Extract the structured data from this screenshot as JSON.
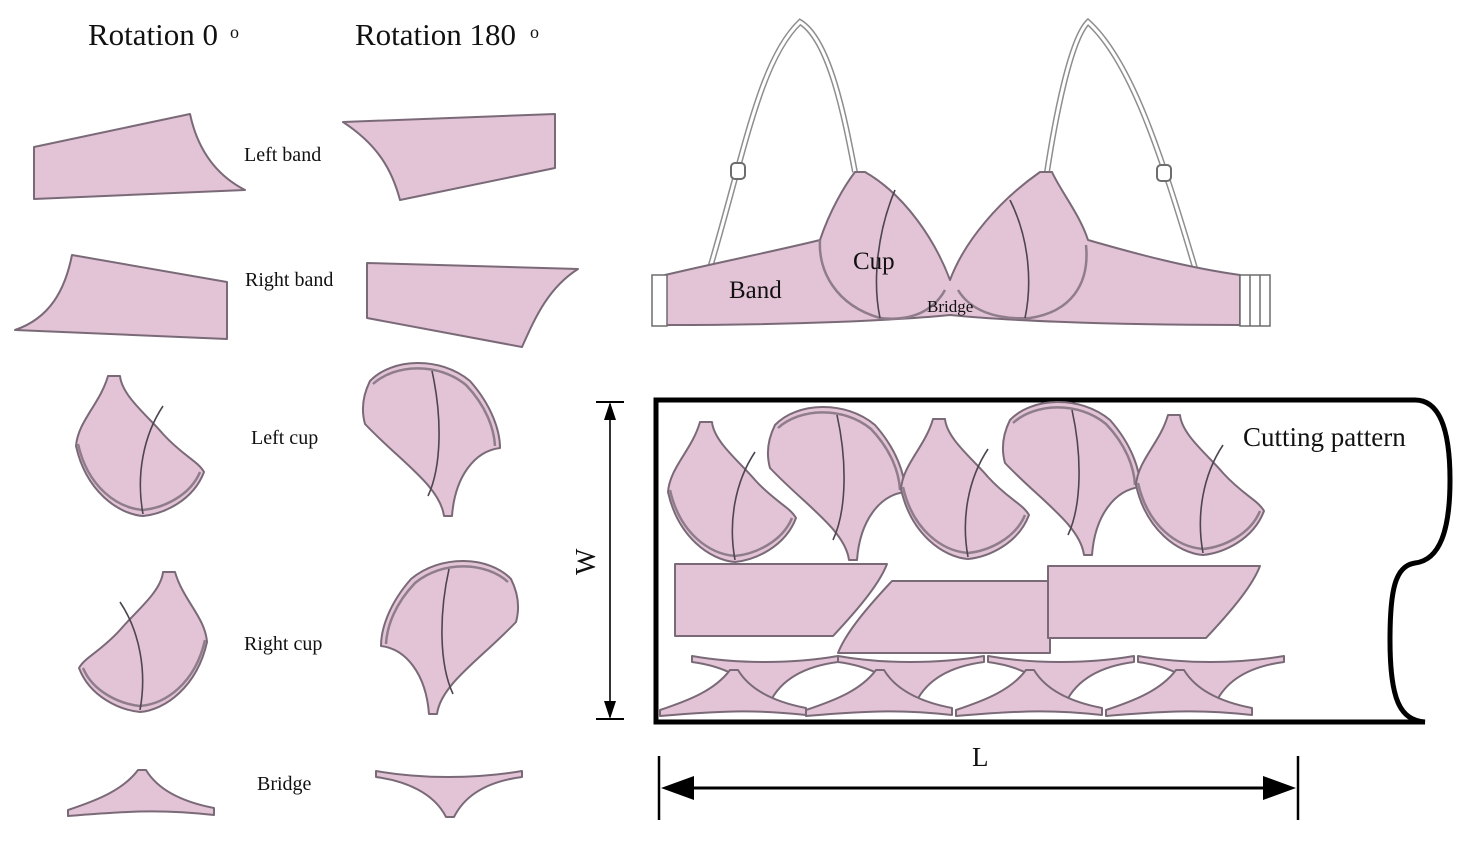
{
  "headers": {
    "rotation_0": "Rotation 0",
    "rotation_180": "Rotation 180",
    "degree_mark": "o"
  },
  "pieces": {
    "left_band": "Left band",
    "right_band": "Right band",
    "left_cup": "Left cup",
    "right_cup": "Right cup",
    "bridge": "Bridge"
  },
  "bra": {
    "band": "Band",
    "cup": "Cup",
    "bridge": "Bridge"
  },
  "cutting": {
    "title": "Cutting pattern",
    "width_label": "W",
    "length_label": "L"
  },
  "colors": {
    "fabric": "#e3c4d6",
    "outline": "#7a6a78",
    "seam": "#4d4550",
    "frame": "#000000"
  }
}
